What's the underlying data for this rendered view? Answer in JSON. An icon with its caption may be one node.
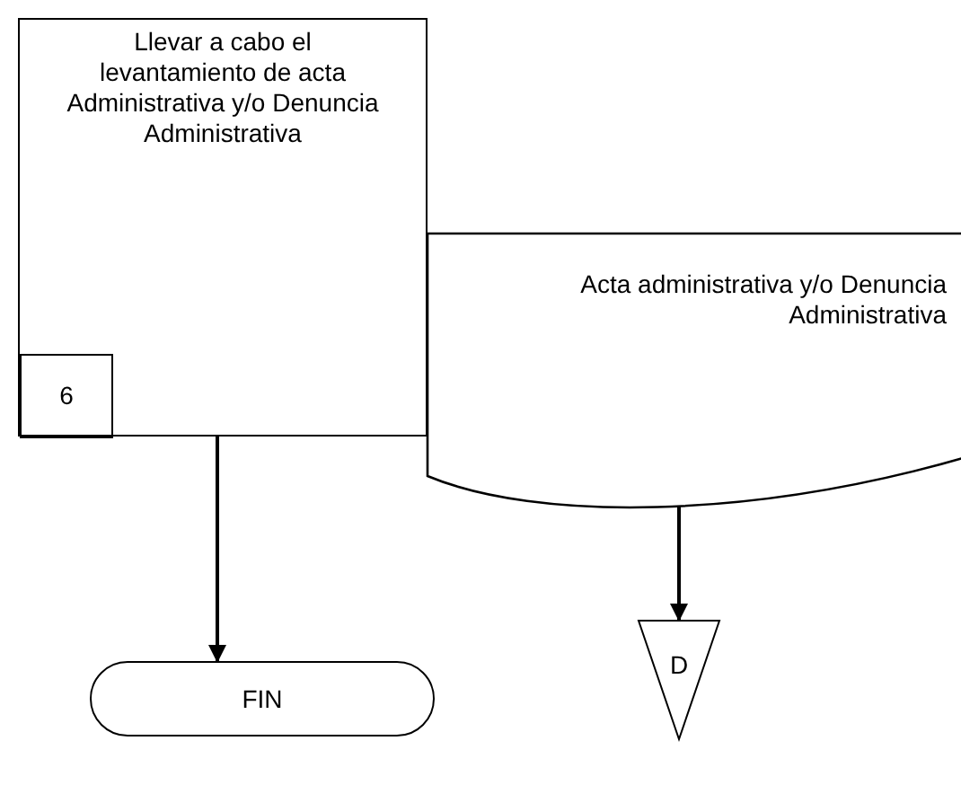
{
  "diagram": {
    "nodes": [
      {
        "text": [
          "Llevar a cabo el levantamiento de acta Administrativa y/o Denuncia Administrativa"
        ]
      },
      {
        "text": [
          "6"
        ],
        "in": 0
      },
      {
        "text": [
          "Acta administrativa y/o Denuncia Administrativa"
        ]
      },
      {
        "text": [
          "FIN"
        ]
      },
      {
        "text": [
          "D"
        ]
      }
    ],
    "edges": [
      {
        "from": 0,
        "to": 3,
        "arrow": "to"
      },
      {
        "from": 2,
        "to": 4,
        "arrow": "to"
      }
    ]
  }
}
